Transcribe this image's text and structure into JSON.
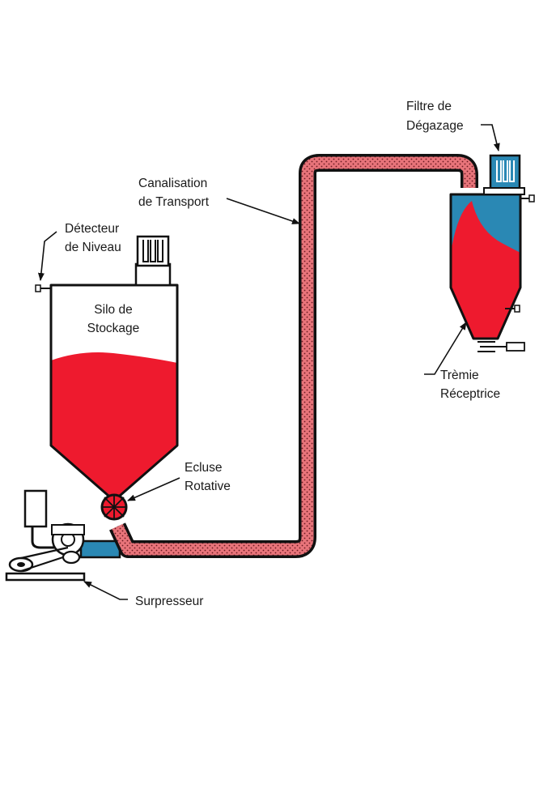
{
  "labels": {
    "filtre_line1": "Filtre de",
    "filtre_line2": "Dégazage",
    "canal_line1": "Canalisation",
    "canal_line2": "de Transport",
    "detecteur_line1": "Détecteur",
    "detecteur_line2": "de Niveau",
    "silo_line1": "Silo de",
    "silo_line2": "Stockage",
    "ecluse_line1": "Ecluse",
    "ecluse_line2": "Rotative",
    "tremie_line1": "Trèmie",
    "tremie_line2": "Réceptrice",
    "surpresseur": "Surpresseur"
  },
  "colors": {
    "material": "#ee1a2e",
    "air": "#2a88b4",
    "pipe_fill": "#e8747a",
    "outline": "#111111"
  }
}
